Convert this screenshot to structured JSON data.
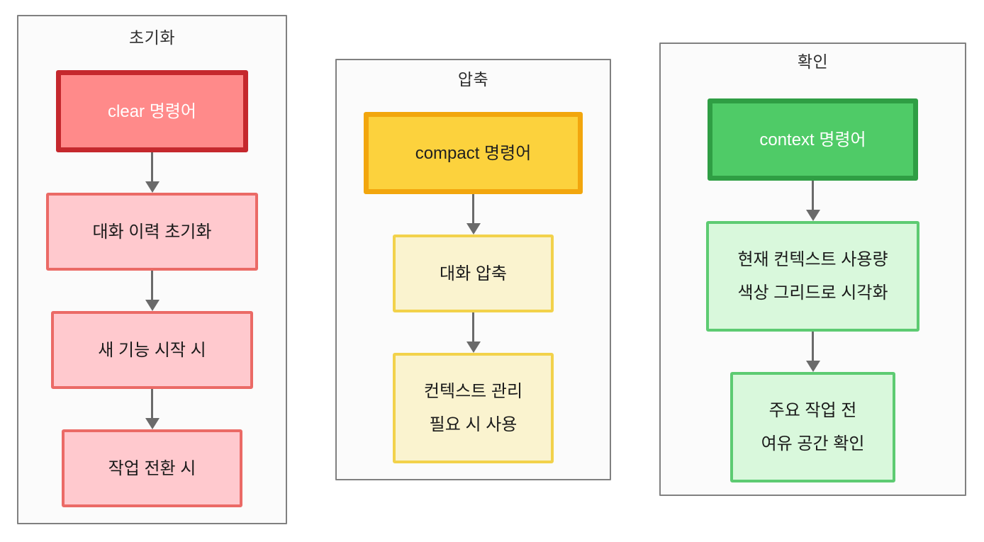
{
  "diagram": {
    "arrow_color": "#6a6a6a",
    "container": {
      "border": "#808080",
      "fill": "#fbfbfb",
      "title_color": "#2e2e2e"
    },
    "themes": {
      "red": {
        "command_border": "#c5282d",
        "command_fill": "#ff8a8a",
        "command_text": "#ffffff",
        "step_border": "#eb6a66",
        "step_fill": "#ffc9ce",
        "step_text": "#1a1a1a"
      },
      "yellow": {
        "command_border": "#f2a60d",
        "command_fill": "#fcd23d",
        "command_text": "#1f1f1f",
        "step_border": "#f2d24b",
        "step_fill": "#faf3cf",
        "step_text": "#1a1a1a"
      },
      "green": {
        "command_border": "#2f9e44",
        "command_fill": "#4fcb67",
        "command_text": "#ffffff",
        "step_border": "#5dcb72",
        "step_fill": "#d9f8dc",
        "step_text": "#1a1a1a"
      }
    },
    "groups": [
      {
        "id": "init",
        "title": "초기화",
        "theme": "red",
        "nodes": [
          {
            "id": "clear-command",
            "role": "command",
            "lines": [
              "clear 명령어"
            ]
          },
          {
            "id": "clear-history",
            "role": "step",
            "lines": [
              "대화 이력 초기화"
            ]
          },
          {
            "id": "new-feature-start",
            "role": "step",
            "lines": [
              "새 기능 시작 시"
            ]
          },
          {
            "id": "task-switch",
            "role": "step",
            "lines": [
              "작업 전환 시"
            ]
          }
        ]
      },
      {
        "id": "compact",
        "title": "압축",
        "theme": "yellow",
        "nodes": [
          {
            "id": "compact-command",
            "role": "command",
            "lines": [
              "compact 명령어"
            ]
          },
          {
            "id": "conversation-compact",
            "role": "step",
            "lines": [
              "대화 압축"
            ]
          },
          {
            "id": "context-management-use",
            "role": "step",
            "lines": [
              "컨텍스트 관리",
              "필요 시 사용"
            ]
          }
        ]
      },
      {
        "id": "check",
        "title": "확인",
        "theme": "green",
        "nodes": [
          {
            "id": "context-command",
            "role": "command",
            "lines": [
              "context 명령어"
            ]
          },
          {
            "id": "context-usage-visualization",
            "role": "step",
            "lines": [
              "현재 컨텍스트 사용량",
              "색상 그리드로 시각화"
            ]
          },
          {
            "id": "free-space-check",
            "role": "step",
            "lines": [
              "주요 작업 전",
              "여유 공간 확인"
            ]
          }
        ]
      }
    ]
  }
}
